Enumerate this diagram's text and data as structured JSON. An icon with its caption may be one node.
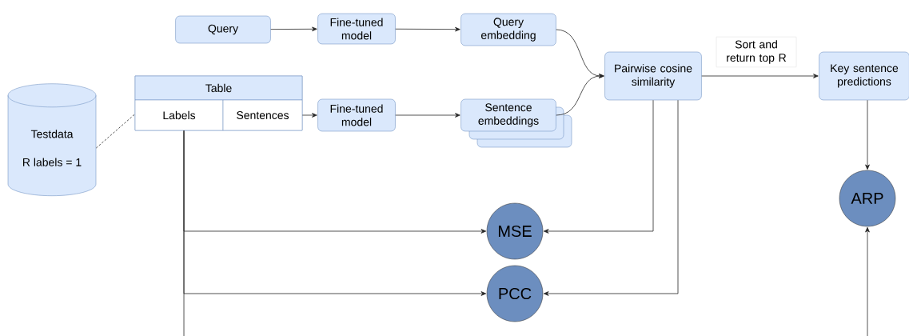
{
  "diagram": {
    "nodes": [
      {
        "text": [
          "Query"
        ]
      },
      {
        "text": [
          "Fine-tuned model"
        ]
      },
      {
        "text": [
          "Query embedding"
        ]
      },
      {
        "text": [
          "Pairwise cosine similarity"
        ]
      },
      {
        "text": [
          "Key sentence predictions"
        ]
      },
      {
        "text": [
          "Testdata",
          "R labels = 1"
        ]
      },
      {
        "text": [
          "Table"
        ]
      },
      {
        "text": [
          "Labels"
        ],
        "in": 6
      },
      {
        "text": [
          "Sentences"
        ],
        "in": 6
      },
      {
        "text": [
          "Fine-tuned model"
        ]
      },
      {
        "text": [
          "Sentence embeddings"
        ]
      },
      {
        "text": [
          "MSE"
        ]
      },
      {
        "text": [
          "PCC"
        ]
      },
      {
        "text": [
          "ARP"
        ]
      }
    ],
    "edges": [
      {
        "from": 0,
        "to": 1,
        "arrow": "to"
      },
      {
        "from": 1,
        "to": 2,
        "arrow": "to"
      },
      {
        "from": 2,
        "to": 3,
        "arrow": "to"
      },
      {
        "from": 3,
        "to": 4,
        "arrow": "to",
        "label": "Sort and return top R"
      },
      {
        "from": 5,
        "to": 6,
        "arrow": "none",
        "style": "dashed"
      },
      {
        "from": 8,
        "to": 9,
        "arrow": "to"
      },
      {
        "from": 9,
        "to": 10,
        "arrow": "to"
      },
      {
        "from": 10,
        "to": 3,
        "arrow": "to"
      },
      {
        "from": 7,
        "to": 11,
        "arrow": "to"
      },
      {
        "from": 7,
        "to": 12,
        "arrow": "to"
      },
      {
        "from": 3,
        "to": 11,
        "arrow": "to"
      },
      {
        "from": 3,
        "to": 12,
        "arrow": "to"
      },
      {
        "from": 4,
        "to": 13,
        "arrow": "to"
      },
      {
        "from": 7,
        "to": null,
        "arrow": "none"
      },
      {
        "from": null,
        "to": 13,
        "arrow": "to"
      }
    ]
  }
}
